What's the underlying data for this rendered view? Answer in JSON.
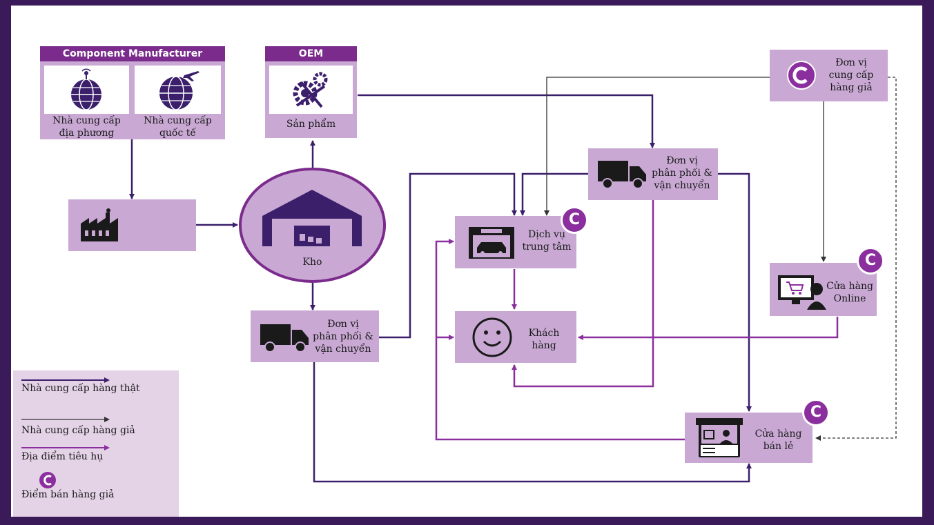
{
  "component_manufacturer": {
    "header": "Component Manufacturer",
    "local_supplier": "Nhà cung cấp\nđịa phương",
    "intl_supplier": "Nhà cung cấp\nquốc tế"
  },
  "oem": {
    "header": "OEM",
    "product": "Sản phẩm"
  },
  "warehouse": {
    "label": "Kho"
  },
  "counterfeit_supplier": {
    "label": "Đơn vị\ncung cấp\nhàng giả"
  },
  "distributor_top": {
    "label": "Đơn vị\nphân phối &\nvận chuyển"
  },
  "distributor_bottom": {
    "label": "Đơn vị\nphân phối &\nvận chuyển"
  },
  "service_center": {
    "label": "Dịch vụ\ntrung tâm"
  },
  "customer": {
    "label": "Khách\nhàng"
  },
  "online_store": {
    "label": "Cửa hàng\nOnline"
  },
  "retail_store": {
    "label": "Cửa hàng\nbán lẻ"
  },
  "badge_letter": "C",
  "legend": {
    "genuine": "Nhà cung cấp hàng thật",
    "counterfeit": "Nhà cung cấp hàng giả",
    "consumption": "Địa điểm tiêu hụ",
    "fake_point": "Điểm bán hàng giả"
  },
  "colors": {
    "genuine": "#3b1f6b",
    "counterfeit": "#333333",
    "consumption": "#8b2f9e",
    "box": "#c9a9d4",
    "header": "#7a2b8c",
    "border": "#3b1a5a"
  }
}
